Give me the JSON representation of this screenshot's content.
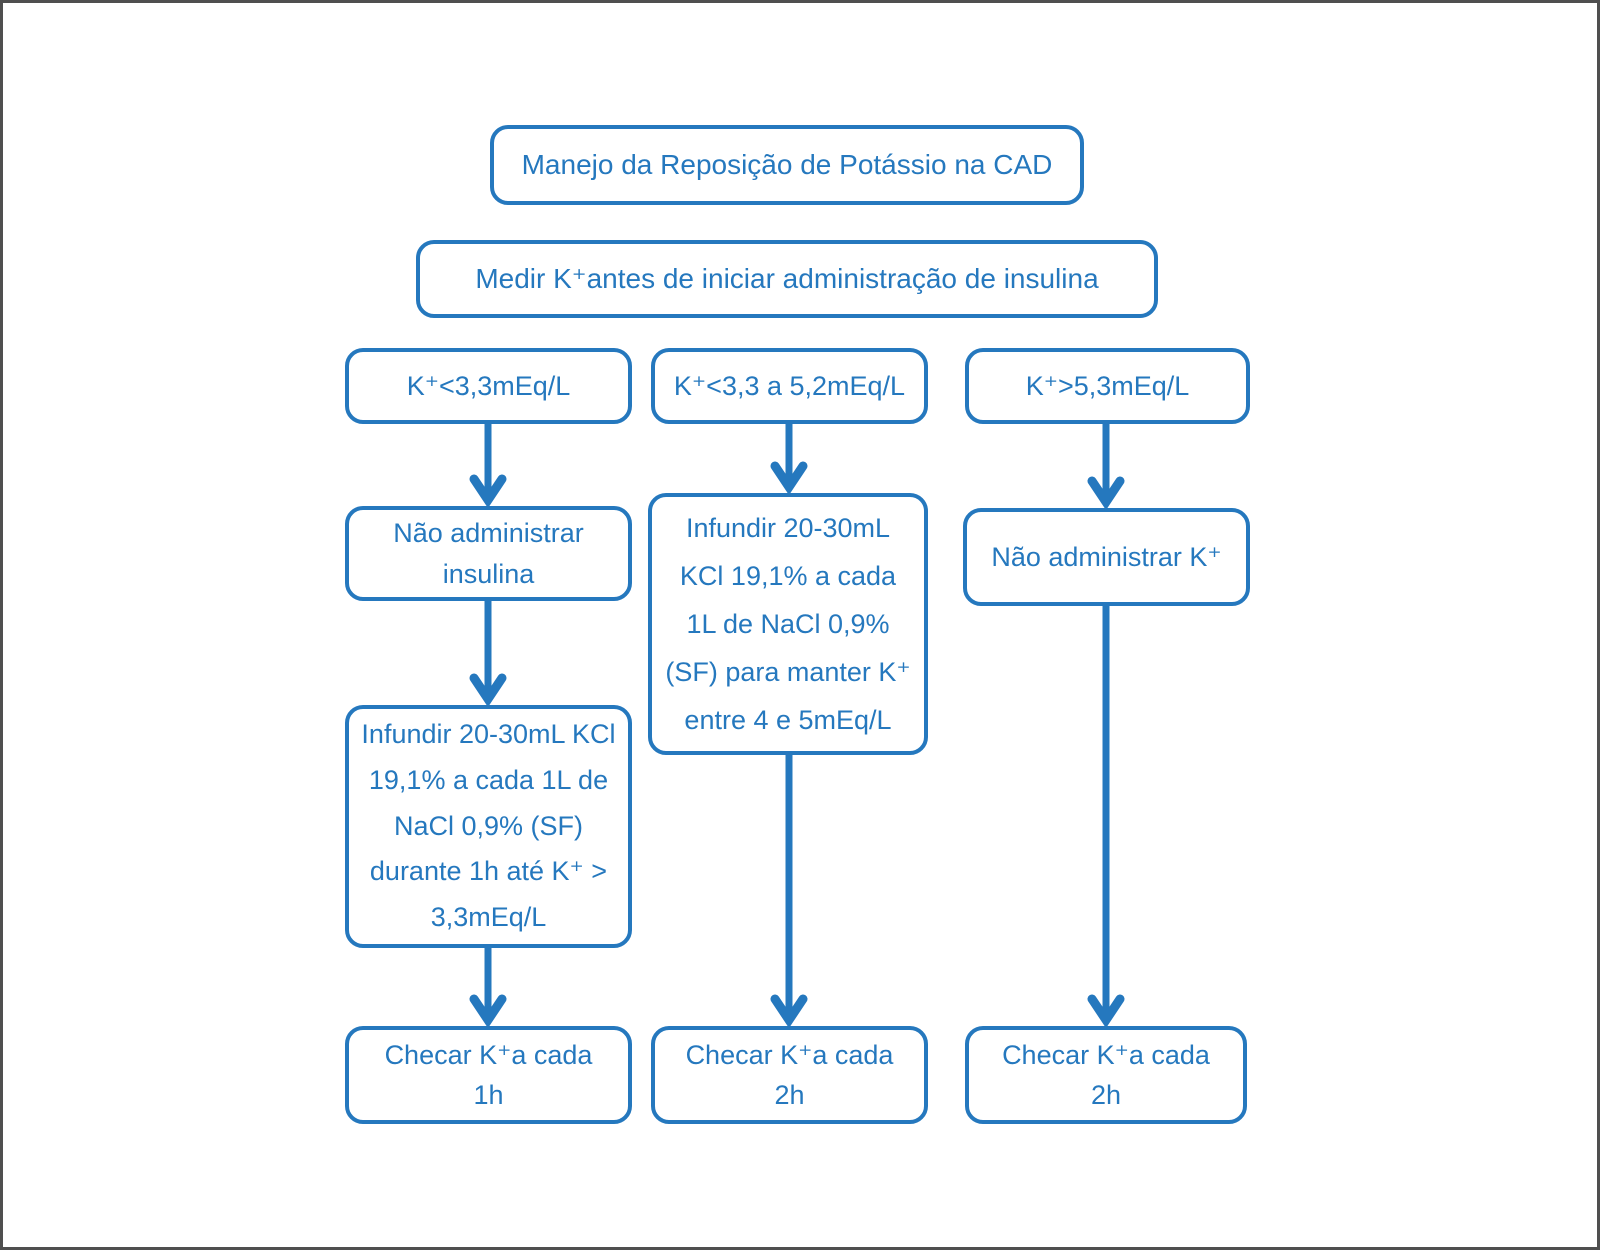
{
  "colors": {
    "accent": "#2578be",
    "frame_border": "#4f4f4f",
    "background": "#ffffff"
  },
  "diagram": {
    "title": "Manejo da Reposição de Potássio na CAD",
    "subtitle": "Medir K⁺antes de iniciar administração de insulina",
    "columns": [
      {
        "condition": "K⁺<3,3mEq/L",
        "step1": "Não administrar insulina",
        "step2": "Infundir 20-30mL KCl 19,1% a cada 1L de NaCl 0,9% (SF) durante 1h até K⁺ > 3,3mEq/L",
        "check": "Checar K⁺a cada 1h"
      },
      {
        "condition": "K⁺<3,3 a 5,2mEq/L",
        "step1": "Infundir 20-30mL KCl 19,1% a cada 1L de NaCl 0,9% (SF) para manter K⁺ entre 4 e 5mEq/L",
        "check": "Checar K⁺a cada 2h"
      },
      {
        "condition": "K⁺>5,3mEq/L",
        "step1": "Não administrar K⁺",
        "check": "Checar K⁺a cada 2h"
      }
    ]
  }
}
